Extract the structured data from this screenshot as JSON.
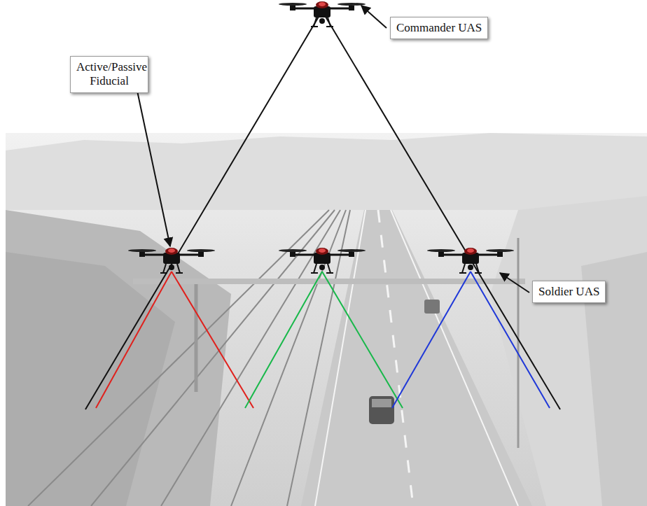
{
  "diagram": {
    "nodes": [
      {
        "text": [
          "Commander UAS"
        ]
      },
      {
        "text": [
          "Active/Passive Fiducial"
        ]
      },
      {
        "text": [
          "Soldier UAS"
        ]
      }
    ]
  }
}
